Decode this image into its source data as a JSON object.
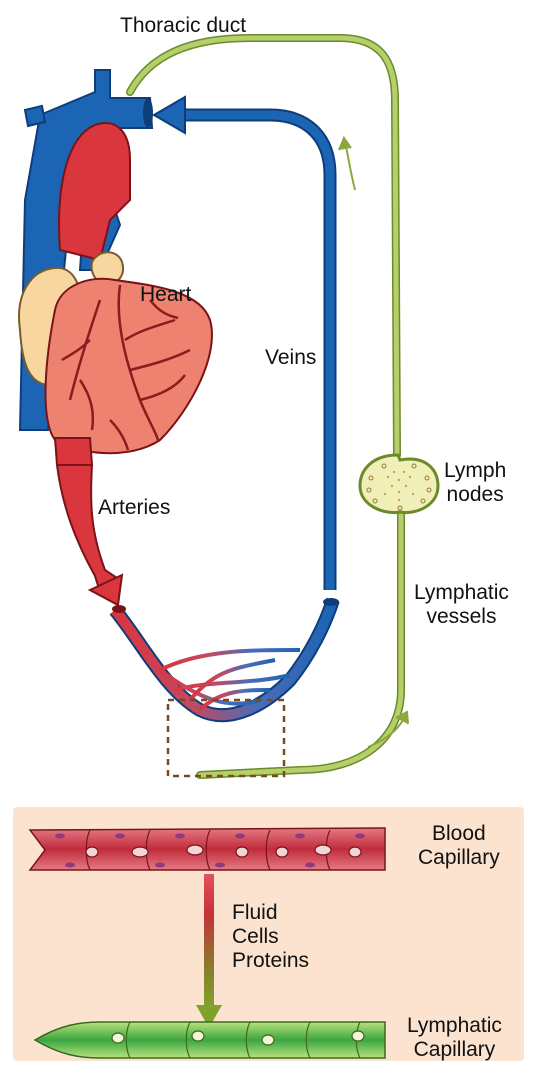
{
  "labels": {
    "thoracic_duct": "Thoracic duct",
    "heart": "Heart",
    "veins": "Veins",
    "arteries": "Arteries",
    "lymph_nodes_line1": "Lymph",
    "lymph_nodes_line2": "nodes",
    "lymphatic_vessels_line1": "Lymphatic",
    "lymphatic_vessels_line2": "vessels",
    "blood_capillary_line1": "Blood",
    "blood_capillary_line2": "Capillary",
    "fluid": "Fluid",
    "cells": "Cells",
    "proteins": "Proteins",
    "lymphatic_capillary_line1": "Lymphatic",
    "lymphatic_capillary_line2": "Capillary"
  },
  "colors": {
    "artery_red": "#d9363e",
    "vein_blue": "#1c64b4",
    "lymph_green": "#b5cf6b",
    "lymph_outline": "#6b8a2a",
    "heart_pink": "#ee8270",
    "fat_tan": "#f7d6a0",
    "panel_bg": "#fbe3cf",
    "box_dash": "#7b4a1f"
  }
}
